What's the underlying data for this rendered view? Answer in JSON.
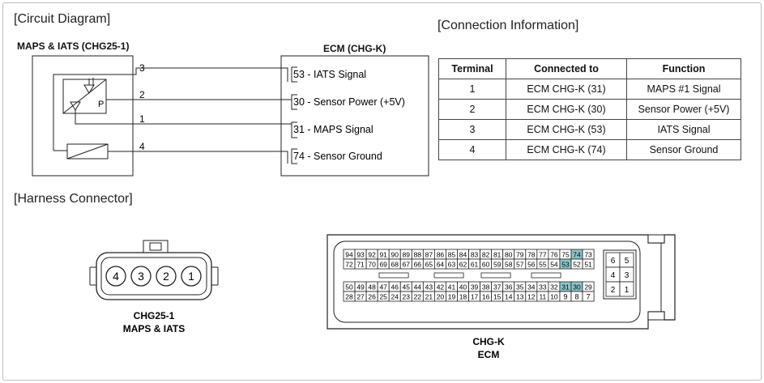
{
  "sections": {
    "circuit": "[Circuit Diagram]",
    "connection": "[Connection Information]",
    "harness": "[Harness Connector]"
  },
  "sensor": {
    "title": "MAPS & IATS (CHG25-1)",
    "pins": [
      "3",
      "2",
      "1",
      "4"
    ],
    "p_label": "P"
  },
  "ecm": {
    "title": "ECM (CHG-K)",
    "lines": [
      "53 - IATS Signal",
      "30 - Sensor Power (+5V)",
      "31 - MAPS Signal",
      "74 - Sensor Ground"
    ]
  },
  "table": {
    "headers": [
      "Terminal",
      "Connected to",
      "Function"
    ],
    "rows": [
      [
        "1",
        "ECM CHG-K (31)",
        "MAPS #1 Signal"
      ],
      [
        "2",
        "ECM CHG-K (30)",
        "Sensor Power (+5V)"
      ],
      [
        "3",
        "ECM CHG-K (53)",
        "IATS Signal"
      ],
      [
        "4",
        "ECM CHG-K (74)",
        "Sensor Ground"
      ]
    ]
  },
  "harness": {
    "small": {
      "pins": [
        "4",
        "3",
        "2",
        "1"
      ],
      "name": "CHG25-1",
      "sub": "MAPS & IATS"
    },
    "ecm": {
      "name": "CHG-K",
      "sub": "ECM",
      "rows": [
        [
          "94",
          "93",
          "92",
          "91",
          "90",
          "89",
          "88",
          "87",
          "86",
          "85",
          "84",
          "83",
          "82",
          "81",
          "80",
          "79",
          "78",
          "77",
          "76",
          "75",
          "74",
          "73"
        ],
        [
          "72",
          "71",
          "70",
          "69",
          "68",
          "67",
          "66",
          "65",
          "64",
          "63",
          "62",
          "61",
          "60",
          "59",
          "58",
          "57",
          "56",
          "55",
          "54",
          "53",
          "52",
          "51"
        ],
        [
          "50",
          "49",
          "48",
          "47",
          "46",
          "45",
          "44",
          "43",
          "42",
          "41",
          "40",
          "39",
          "38",
          "37",
          "36",
          "35",
          "34",
          "33",
          "32",
          "31",
          "30",
          "29"
        ],
        [
          "28",
          "27",
          "26",
          "25",
          "24",
          "23",
          "22",
          "21",
          "20",
          "19",
          "18",
          "17",
          "16",
          "15",
          "14",
          "13",
          "12",
          "11",
          "10",
          "9",
          "8",
          "7"
        ]
      ],
      "highlighted": [
        "74",
        "53",
        "31",
        "30"
      ],
      "side_pins": [
        [
          "6",
          "5"
        ],
        [
          "4",
          "3"
        ],
        [
          "2",
          "1"
        ]
      ],
      "highlight_color": "#8cc4c8"
    }
  }
}
